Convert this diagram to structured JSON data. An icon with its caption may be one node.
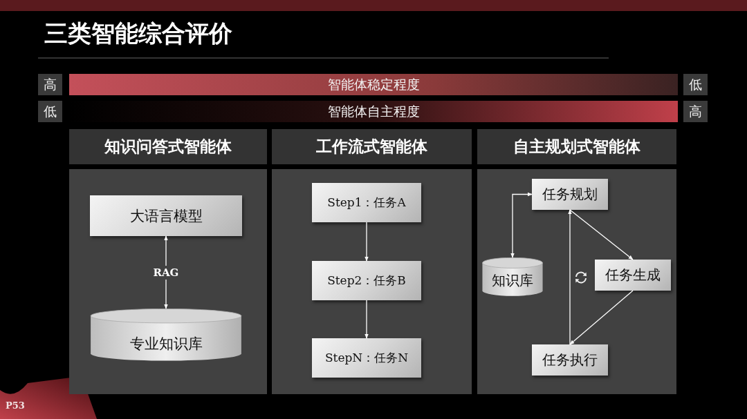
{
  "diagram": {
    "title": "三类智能综合评价",
    "nodes": [
      {
        "text": [
          "高"
        ]
      },
      {
        "text": [
          "智能体稳定程度"
        ]
      },
      {
        "text": [
          "低"
        ]
      },
      {
        "text": [
          "低"
        ]
      },
      {
        "text": [
          "智能体自主程度"
        ]
      },
      {
        "text": [
          "高"
        ]
      },
      {
        "text": [
          "知识问答式智能体"
        ]
      },
      {
        "text": [],
        "shape": "box"
      },
      {
        "text": [
          "大语言模型"
        ],
        "in": 7
      },
      {
        "text": [
          "专业知识库"
        ],
        "in": 7
      },
      {
        "text": [
          "工作流式智能体"
        ]
      },
      {
        "text": [],
        "shape": "box"
      },
      {
        "text": [
          "Step1：任务A"
        ],
        "in": 11
      },
      {
        "text": [
          "Step2：任务B"
        ],
        "in": 11
      },
      {
        "text": [
          "StepN：任务N"
        ],
        "in": 11
      },
      {
        "text": [
          "自主规划式智能体"
        ]
      },
      {
        "text": [],
        "shape": "box"
      },
      {
        "text": [
          "任务规划"
        ],
        "in": 16
      },
      {
        "text": [
          "知识库"
        ],
        "in": 16
      },
      {
        "text": [
          "任务生成"
        ],
        "in": 16
      },
      {
        "text": [
          "任务执行"
        ],
        "in": 16
      }
    ],
    "edges": [
      {
        "from": 8,
        "to": 9,
        "arrow": "both",
        "label": "RAG"
      },
      {
        "from": 12,
        "to": 13,
        "arrow": "to"
      },
      {
        "from": 13,
        "to": 14,
        "arrow": "to"
      },
      {
        "from": 17,
        "to": 18,
        "arrow": "both"
      },
      {
        "from": 17,
        "to": 19,
        "arrow": "to"
      },
      {
        "from": 19,
        "to": 20,
        "arrow": "to"
      },
      {
        "from": 20,
        "to": 17,
        "arrow": "to"
      }
    ],
    "labels": [
      "P53"
    ]
  }
}
